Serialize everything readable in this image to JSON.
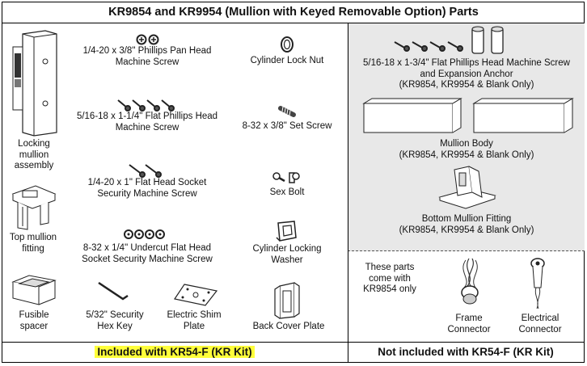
{
  "title": "KR9854 and KR9954 (Mullion with Keyed Removable Option) Parts",
  "parts": {
    "locking_mullion": "Locking mullion assembly",
    "top_fitting": "Top mullion fitting",
    "fusible_spacer": "Fusible spacer",
    "pan_screw": "1/4-20 x 3/8\" Phillips Pan Head Machine Screw",
    "lock_nut": "Cylinder Lock Nut",
    "flat_screw": "5/16-18 x 1-1/4\" Flat Phillips Head Machine Screw",
    "set_screw": "8-32 x 3/8\" Set Screw",
    "socket_screw": "1/4-20 x 1\" Flat Head Socket  Security Machine Screw",
    "sex_bolt": "Sex Bolt",
    "undercut_screw": "8-32 x 1/4\" Undercut Flat Head Socket Security Machine Screw",
    "locking_washer": "Cylinder Locking Washer",
    "hex_key": "5/32\" Security Hex Key",
    "shim_plate": "Electric Shim Plate",
    "back_cover": "Back Cover Plate",
    "anchor_screw_line1": "5/16-18 x 1-3/4\" Flat Phillips Head Machine Screw",
    "anchor_screw_line2": "and Expansion Anchor",
    "anchor_screw_line3": "(KR9854, KR9954 & Blank Only)",
    "mullion_body_line1": "Mullion Body",
    "mullion_body_line2": "(KR9854, KR9954 & Blank Only)",
    "bottom_fitting_line1": "Bottom Mullion Fitting",
    "bottom_fitting_line2": "(KR9854, KR9954 & Blank Only)",
    "kr9854_note": "These parts come with KR9854 only",
    "frame_connector": "Frame Connector",
    "electrical_connector": "Electrical Connector"
  },
  "footer": {
    "included": "Included with KR54-F (KR Kit)",
    "not_included": "Not included with KR54-F (KR Kit)"
  },
  "colors": {
    "highlight": "#ffff3a",
    "shade": "#e8e8e8"
  }
}
